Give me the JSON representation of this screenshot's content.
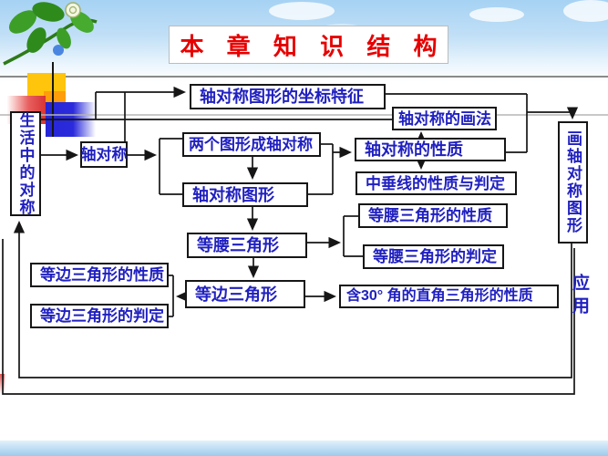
{
  "slide": {
    "title": "本 章 知 识 结 构"
  },
  "nodes": {
    "life": {
      "label": "生活中的对称"
    },
    "axial": {
      "label": "轴对称"
    },
    "coord": {
      "label": "轴对称图形的坐标特征"
    },
    "two_figs": {
      "label": "两个图形成轴对称"
    },
    "axial_fig": {
      "label": "轴对称图形"
    },
    "draw_method": {
      "label": "轴对称的画法"
    },
    "axial_props": {
      "label": "轴对称的性质"
    },
    "perp_bisector": {
      "label": "中垂线的性质与判定"
    },
    "isosceles": {
      "label": "等腰三角形"
    },
    "iso_props": {
      "label": "等腰三角形的性质"
    },
    "iso_det": {
      "label": "等腰三角形的判定"
    },
    "equilateral": {
      "label": "等边三角形"
    },
    "eq_props": {
      "label": "等边三角形的性质"
    },
    "eq_det": {
      "label": "等边三角形的判定"
    },
    "right30": {
      "label": "含30° 角的直角三角形的性质"
    },
    "draw_fig": {
      "label": "画轴对称图形"
    },
    "application": {
      "label": "应用"
    }
  },
  "colors": {
    "title_red": "#e60000",
    "node_text_blue": "#2020c0",
    "node_border": "#161616",
    "accent_yellow": "#ffc40c",
    "accent_blue": "#2626d8",
    "accent_pink": "#e04545"
  }
}
